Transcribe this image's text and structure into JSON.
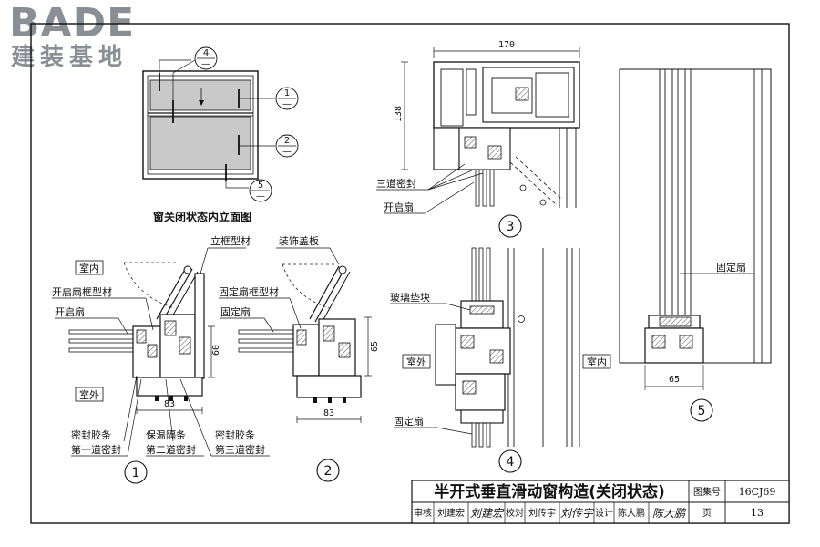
{
  "logo": {
    "main": "BADE",
    "sub": "建装基地"
  },
  "elevation": {
    "title": "窗关闭状态内立面图",
    "callouts": [
      "4",
      "1",
      "2",
      "5"
    ]
  },
  "detail1": {
    "number": "1",
    "labels": {
      "indoor": "室内",
      "sash_frame": "开启扇框型材",
      "sash": "开启扇",
      "mullion": "立框型材",
      "outdoor": "室外",
      "seal_strip": "密封胶条",
      "first_seal": "第一道密封",
      "insulation": "保温隔条",
      "second_seal": "第二道密封",
      "seal_strip2": "密封胶条",
      "third_seal": "第三道密封"
    },
    "dims": {
      "height": "60",
      "width": "83"
    }
  },
  "detail2": {
    "number": "2",
    "labels": {
      "cover": "装饰盖板",
      "fixed_frame": "固定扇框型材",
      "fixed_sash": "固定扇"
    },
    "dims": {
      "height": "65",
      "width": "83"
    }
  },
  "detail3": {
    "number": "3",
    "labels": {
      "triple_seal": "三道密封",
      "sash": "开启扇"
    },
    "dims": {
      "width": "170",
      "height": "138"
    }
  },
  "detail4": {
    "number": "4",
    "labels": {
      "glass_block": "玻璃垫块",
      "outdoor": "室外",
      "indoor": "室内",
      "fixed_sash": "固定扇"
    }
  },
  "detail5": {
    "number": "5",
    "labels": {
      "fixed_sash": "固定扇"
    },
    "dims": {
      "width": "65"
    }
  },
  "title_block": {
    "title": "半开式垂直滑动窗构造(关闭状态)",
    "atlas_label": "图集号",
    "atlas_no": "16CJ69",
    "review_label": "审核",
    "reviewer": "刘建宏",
    "reviewer_sig": "刘建宏",
    "check_label": "校对",
    "checker": "刘传宇",
    "checker_sig": "刘传宇",
    "design_label": "设计",
    "designer": "陈大鹏",
    "designer_sig": "陈大鹏",
    "page_label": "页",
    "page_no": "13"
  }
}
